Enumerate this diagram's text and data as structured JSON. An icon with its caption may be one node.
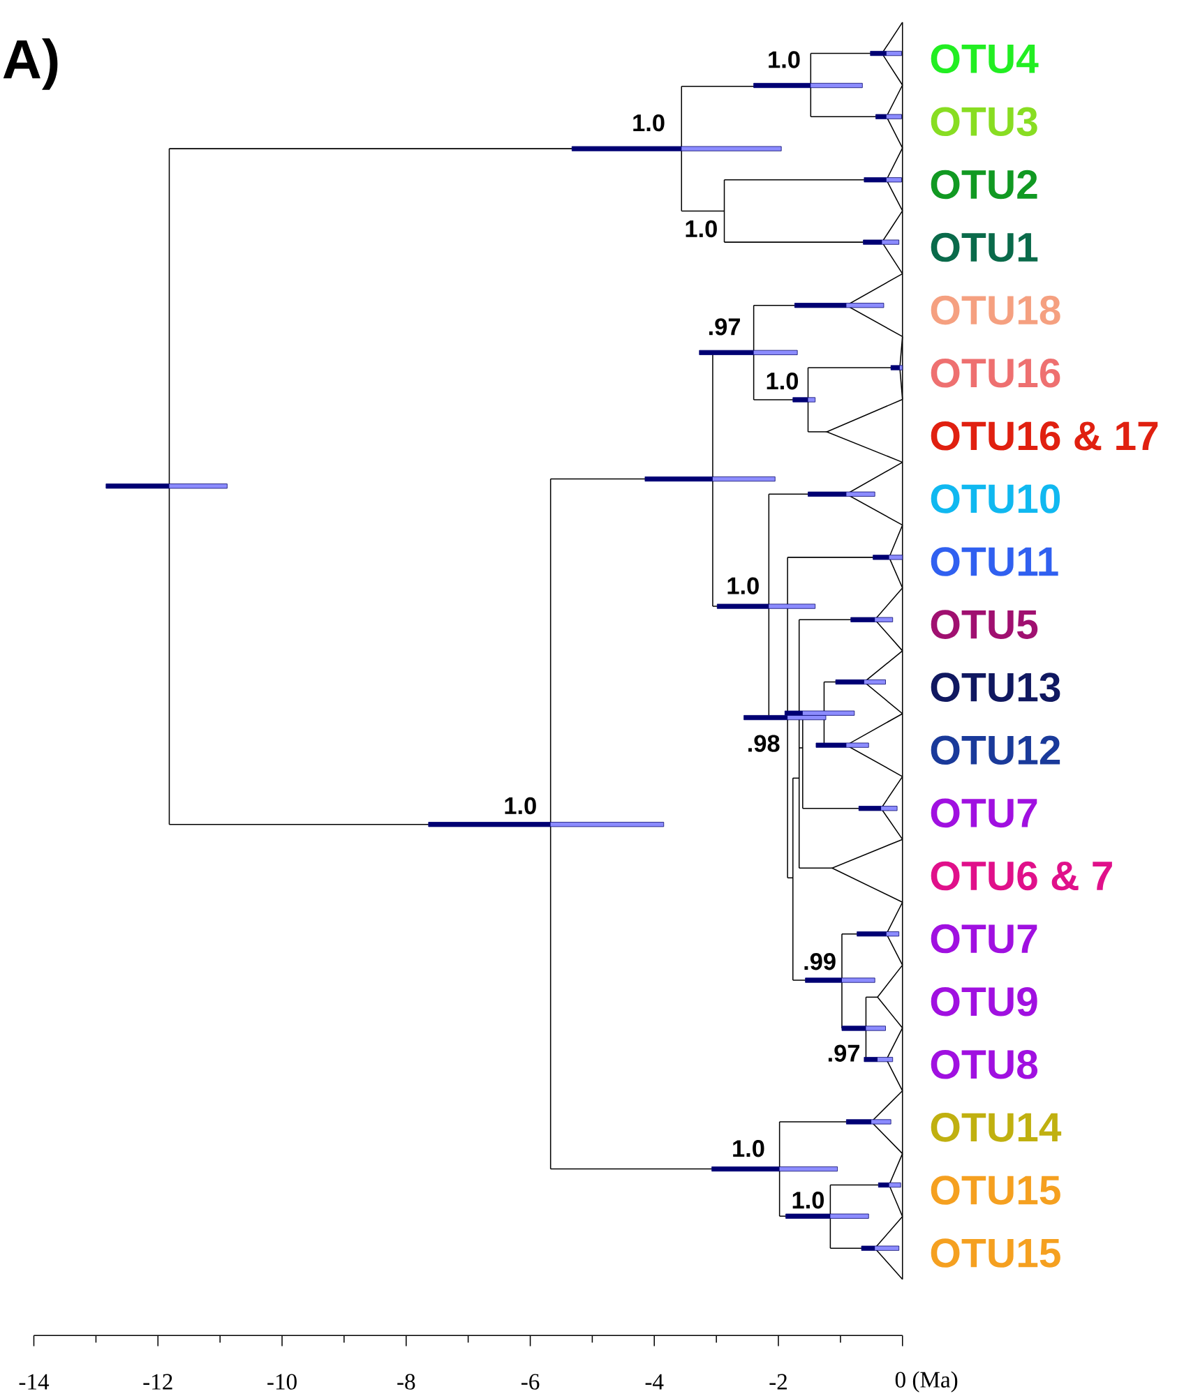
{
  "diagram": {
    "labels": [
      "A)",
      "1.0",
      "1.0",
      "1.0",
      ".97",
      "1.0",
      "1.0",
      ".98",
      "1.0",
      ".99",
      ".97",
      "1.0",
      "1.0",
      "OTU4",
      "OTU3",
      "OTU2",
      "OTU1",
      "OTU18",
      "OTU16",
      "OTU16 & 17",
      "OTU10",
      "OTU11",
      "OTU5",
      "OTU13",
      "OTU12",
      "OTU7",
      "OTU6 & 7",
      "OTU7",
      "OTU9",
      "OTU8",
      "OTU14",
      "OTU15",
      "OTU15",
      "-14",
      "-12",
      "-10",
      "-8",
      "-6",
      "-4",
      "-2",
      "0 (Ma)"
    ]
  }
}
